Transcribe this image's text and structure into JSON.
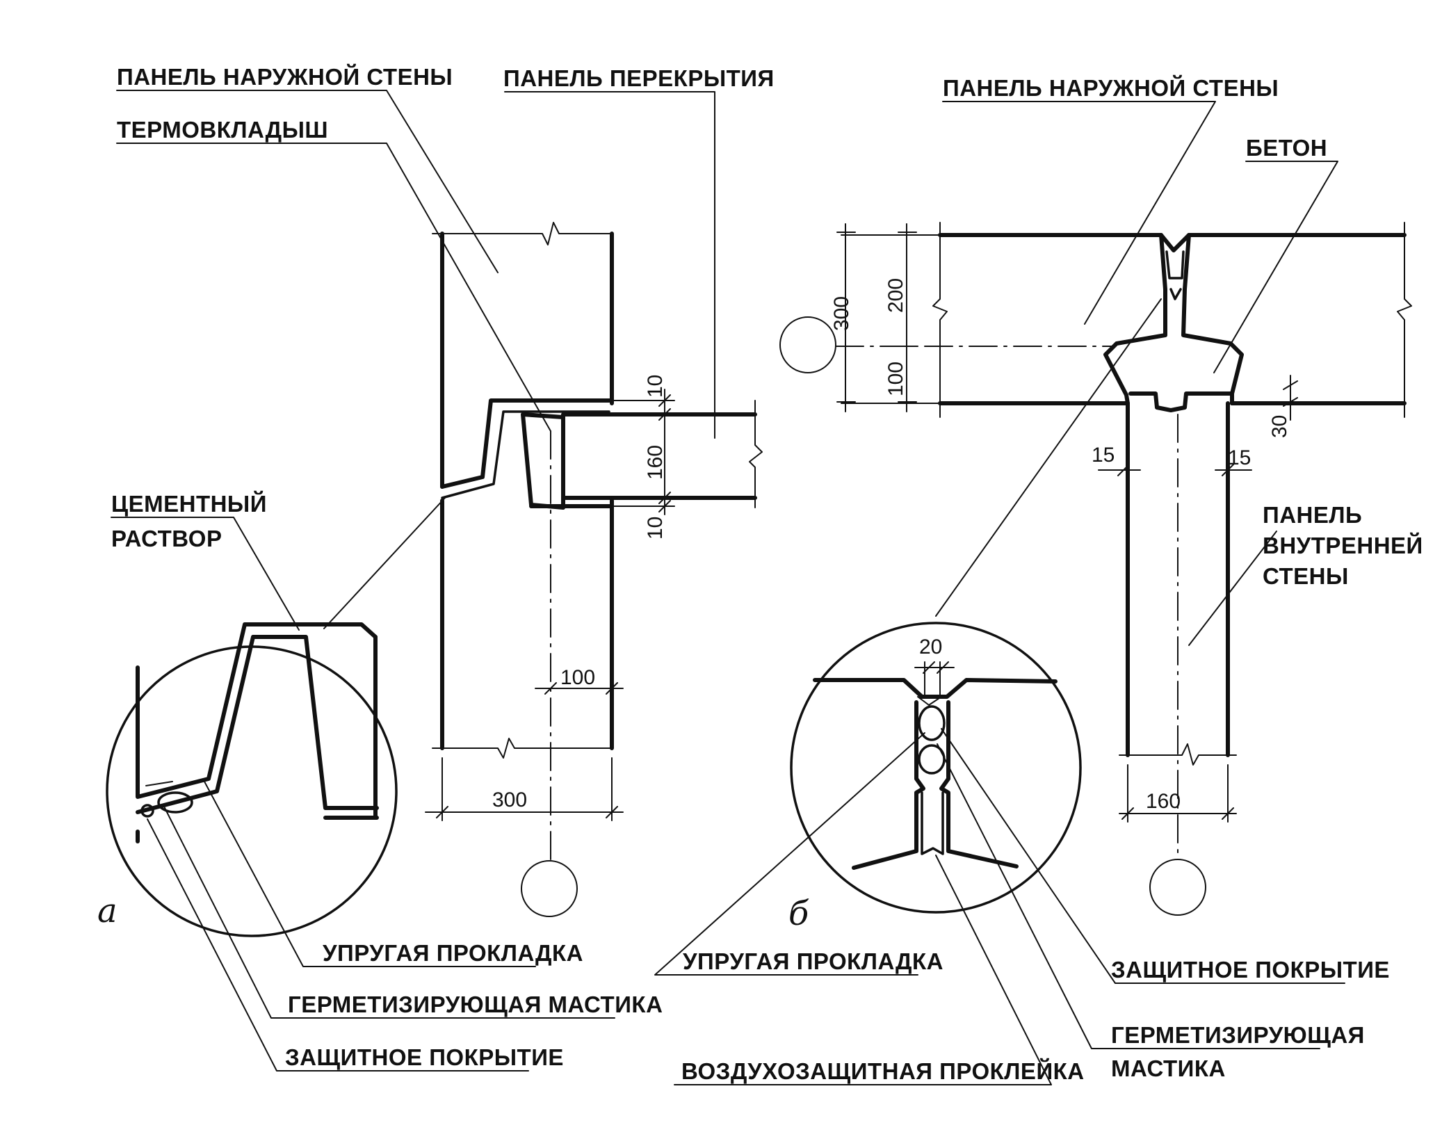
{
  "detail_a": {
    "letter": "а",
    "labels": {
      "outer_wall_panel": "ПАНЕЛЬ НАРУЖНОЙ СТЕНЫ",
      "floor_panel": "ПАНЕЛЬ ПЕРЕКРЫТИЯ",
      "thermal_insert": "ТЕРМОВКЛАДЫШ",
      "cement_mortar_line1": "ЦЕМЕНТНЫЙ",
      "cement_mortar_line2": "РАСТВОР",
      "elastic_gasket": "УПРУГАЯ ПРОКЛАДКА",
      "sealing_mastic": "ГЕРМЕТИЗИРУЮЩАЯ МАСТИКА",
      "protective_coating": "ЗАЩИТНОЕ ПОКРЫТИЕ"
    },
    "dimensions": {
      "top_gap": "10",
      "slab_thickness": "160",
      "bottom_gap": "10",
      "axis_offset": "100",
      "wall_thickness": "300"
    }
  },
  "detail_b": {
    "letter": "б",
    "labels": {
      "outer_wall_panel": "ПАНЕЛЬ НАРУЖНОЙ СТЕНЫ",
      "concrete": "БЕТОН",
      "inner_wall_panel_line1": "ПАНЕЛЬ",
      "inner_wall_panel_line2": "ВНУТРЕННЕЙ",
      "inner_wall_panel_line3": "СТЕНЫ",
      "elastic_gasket": "УПРУГАЯ ПРОКЛАДКА",
      "air_protection_tape": "ВОЗДУХОЗАЩИТНАЯ ПРОКЛЕЙКА",
      "protective_coating": "ЗАЩИТНОЕ ПОКРЫТИЕ",
      "sealing_mastic_line1": "ГЕРМЕТИЗИРУЮЩАЯ",
      "sealing_mastic_line2": "МАСТИКА"
    },
    "dimensions": {
      "total_thickness": "300",
      "upper_part": "200",
      "lower_part": "100",
      "right_gap": "30",
      "left_gap": "15",
      "right_side_gap": "15",
      "joint_width": "20",
      "inner_wall_thickness": "160"
    }
  }
}
